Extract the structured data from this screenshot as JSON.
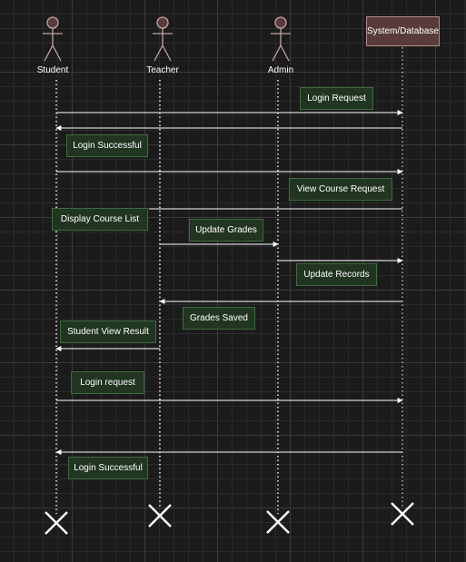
{
  "actors": {
    "student": "Student",
    "teacher": "Teacher",
    "admin": "Admin",
    "system": "System/Database"
  },
  "messages": {
    "m1": "Login Request",
    "m2": "Login Successful",
    "m3": "View Course Request",
    "m4": "Display Course List",
    "m5": "Update Grades",
    "m6": "Update Records",
    "m7": "Grades Saved",
    "m8": "Student View Result",
    "m9": "Login request",
    "m10": "Login Successful"
  },
  "colors": {
    "background": "#1b1b1b",
    "actor_stroke": "#c7a3a3",
    "actor_fill": "#5a3b3b",
    "message_fill": "#213521",
    "message_stroke": "#3f6a3f",
    "line": "#ffffff"
  }
}
